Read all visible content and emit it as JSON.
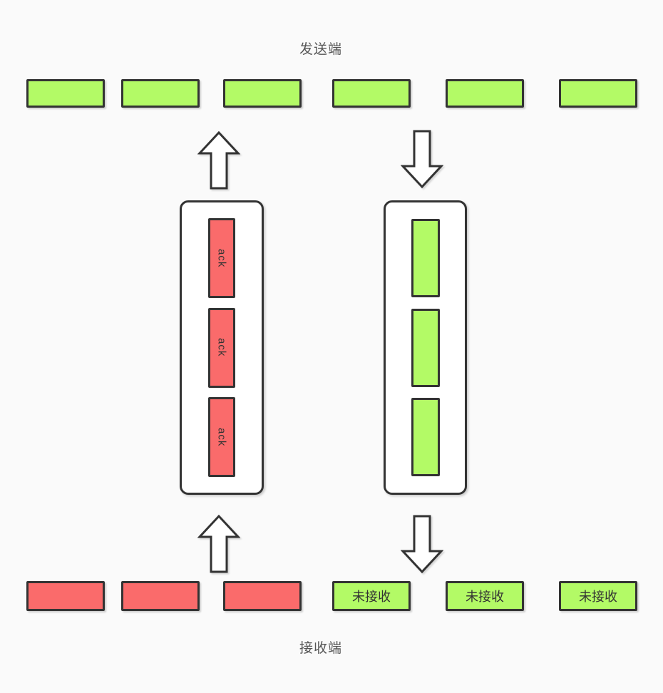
{
  "titles": {
    "sender": "发送端",
    "receiver": "接收端"
  },
  "colors": {
    "green": "#b3fa66",
    "red": "#fa6b6b",
    "outline": "#333333",
    "background": "#fafafa",
    "panel": "#ffffff",
    "text": "#555555"
  },
  "sender_row": {
    "packets": [
      {
        "status": "sent"
      },
      {
        "status": "sent"
      },
      {
        "status": "sent"
      },
      {
        "status": "sent"
      },
      {
        "status": "sent"
      },
      {
        "status": "sent"
      }
    ]
  },
  "ack_channel": {
    "direction": "up",
    "packets": [
      {
        "label": "ack"
      },
      {
        "label": "ack"
      },
      {
        "label": "ack"
      }
    ]
  },
  "data_channel": {
    "direction": "down",
    "packets": [
      {
        "label": ""
      },
      {
        "label": ""
      },
      {
        "label": ""
      }
    ]
  },
  "receiver_row": {
    "packets": [
      {
        "status": "received",
        "label": ""
      },
      {
        "status": "received",
        "label": ""
      },
      {
        "status": "received",
        "label": ""
      },
      {
        "status": "not_received",
        "label": "未接收"
      },
      {
        "status": "not_received",
        "label": "未接收"
      },
      {
        "status": "not_received",
        "label": "未接收"
      }
    ]
  }
}
